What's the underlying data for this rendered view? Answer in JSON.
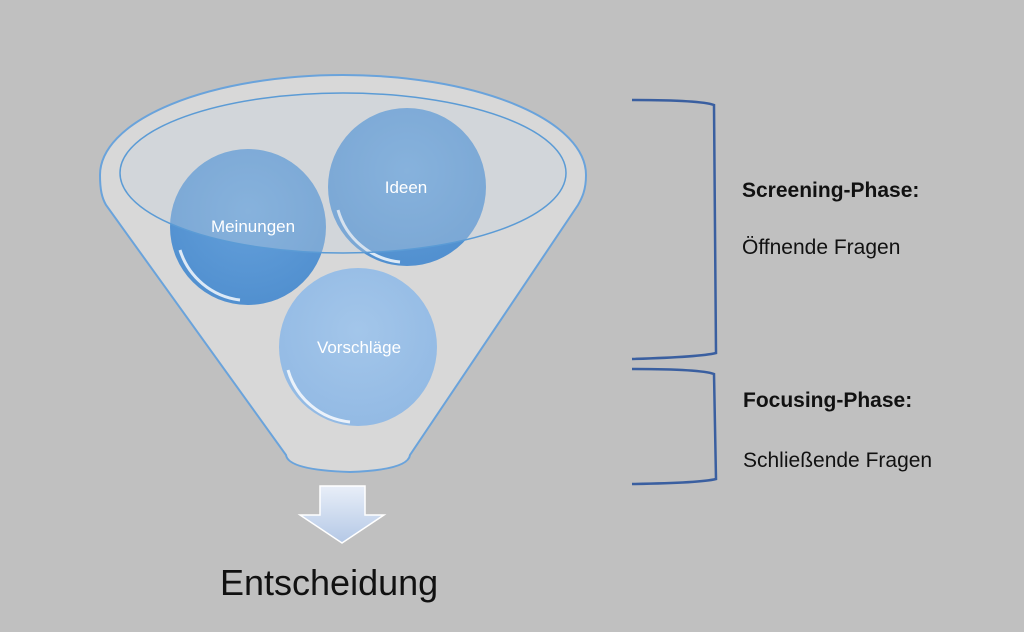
{
  "funnel": {
    "items": [
      {
        "label": "Meinungen"
      },
      {
        "label": "Ideen"
      },
      {
        "label": "Vorschläge"
      }
    ],
    "result": "Entscheidung"
  },
  "phases": [
    {
      "title": "Screening-Phase:",
      "subtitle": "Öffnende Fragen"
    },
    {
      "title": "Focusing-Phase:",
      "subtitle": "Schließende Fragen"
    }
  ],
  "colors": {
    "background": "#c0c0c0",
    "bracket": "#3a5fa0",
    "bubble": "#5b9bd5"
  }
}
